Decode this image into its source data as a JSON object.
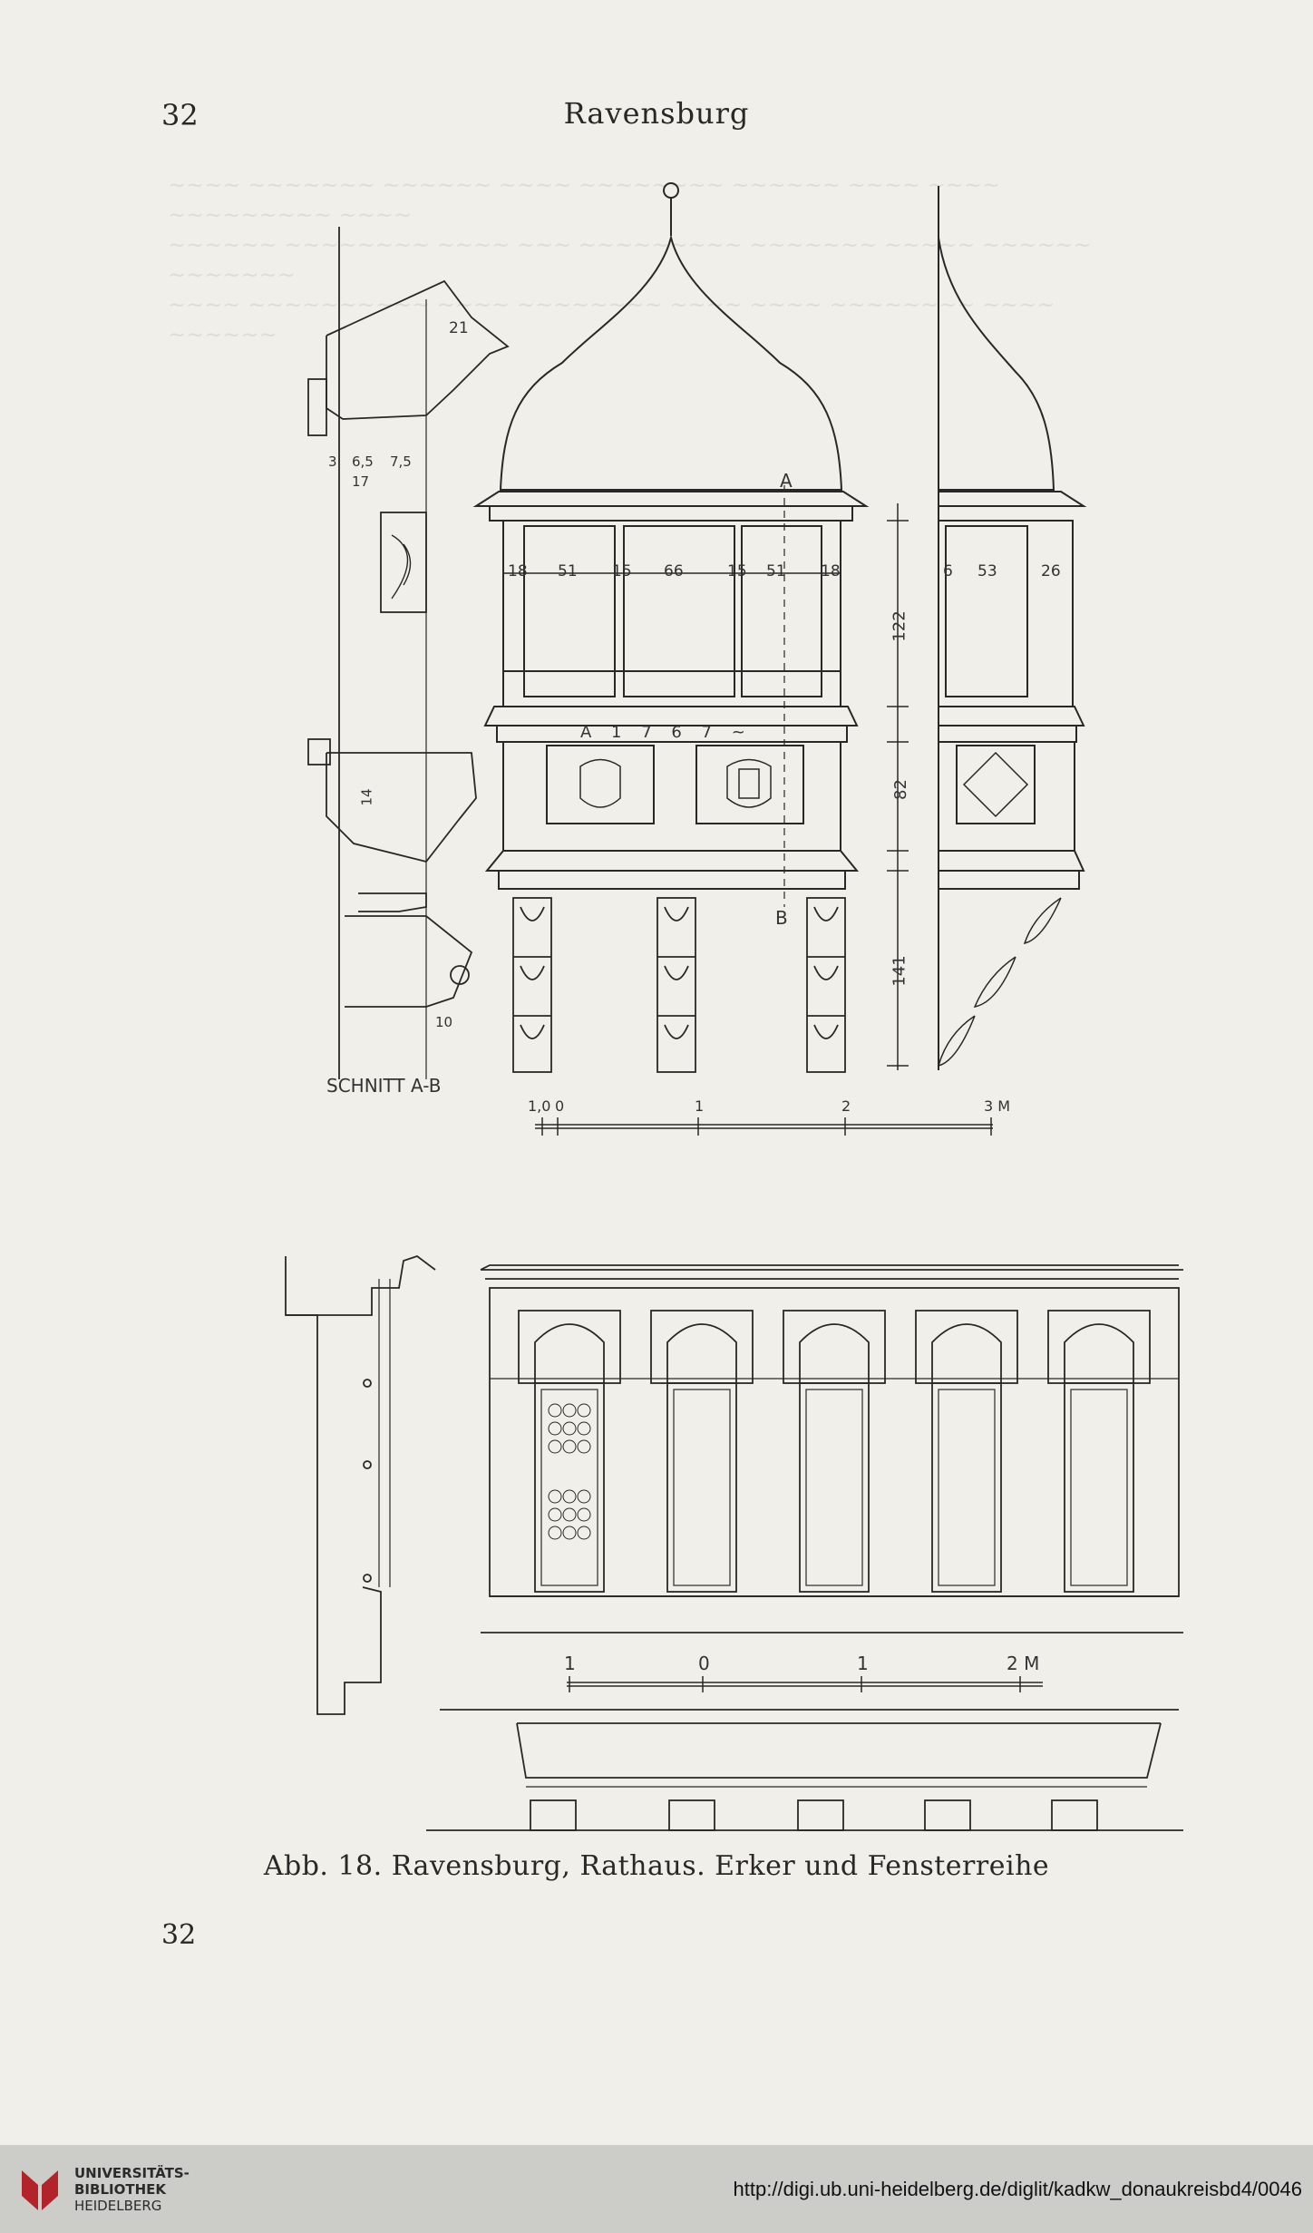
{
  "header": {
    "page_number": "32",
    "running_title": "Ravensburg"
  },
  "caption": "Abb. 18. Ravensburg, Rathaus. Erker und Fensterreihe",
  "footer": {
    "page_number": "32"
  },
  "drawing_top": {
    "section_label": "SCHNITT A-B",
    "marker_a": "A",
    "marker_b": "B",
    "date_inscription": "A 1 7 6 7 ~",
    "width_dims": [
      "18",
      "51",
      "15",
      "66",
      "15",
      "51",
      "18"
    ],
    "side_dims": [
      "6",
      "53",
      "26"
    ],
    "height_dims": [
      "122",
      "82",
      "141"
    ],
    "profile_dims": [
      "21",
      "6,5",
      "7,5",
      "17",
      "3",
      "14",
      "10"
    ],
    "scale_labels": [
      "1,0",
      "0",
      "1",
      "2",
      "3 M"
    ]
  },
  "drawing_bottom": {
    "scale_labels": [
      "1",
      "0",
      "1",
      "2 M"
    ]
  },
  "bottom_bar": {
    "institution_lines": [
      "UNIVERSITÄTS-",
      "BIBLIOTHEK",
      "HEIDELBERG"
    ],
    "url": "http://digi.ub.uni-heidelberg.de/diglit/kadkw_donaukreisbd4/0046"
  }
}
